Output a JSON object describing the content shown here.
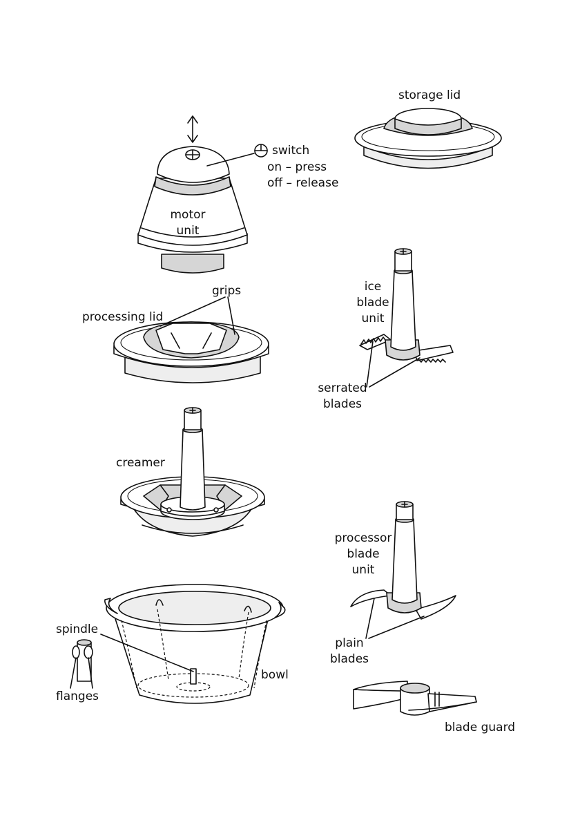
{
  "labels": {
    "storage_lid": "storage lid",
    "switch": "switch",
    "on_press": "on – press",
    "off_release": "off – release",
    "motor": "motor",
    "unit": "unit",
    "grips": "grips",
    "processing_lid": "processing lid",
    "ice": "ice",
    "blade": "blade",
    "ice_unit": "unit",
    "serrated": "serrated",
    "serrated_blades": "blades",
    "creamer": "creamer",
    "processor": "processor",
    "processor_blade": "blade",
    "processor_unit": "unit",
    "spindle": "spindle",
    "plain": "plain",
    "plain_blades": "blades",
    "bowl": "bowl",
    "flanges": "flanges",
    "blade_guard": "blade guard"
  },
  "icons": {
    "arrow": "double-vertical-arrow-icon",
    "switch": "switch-symbol-icon"
  }
}
